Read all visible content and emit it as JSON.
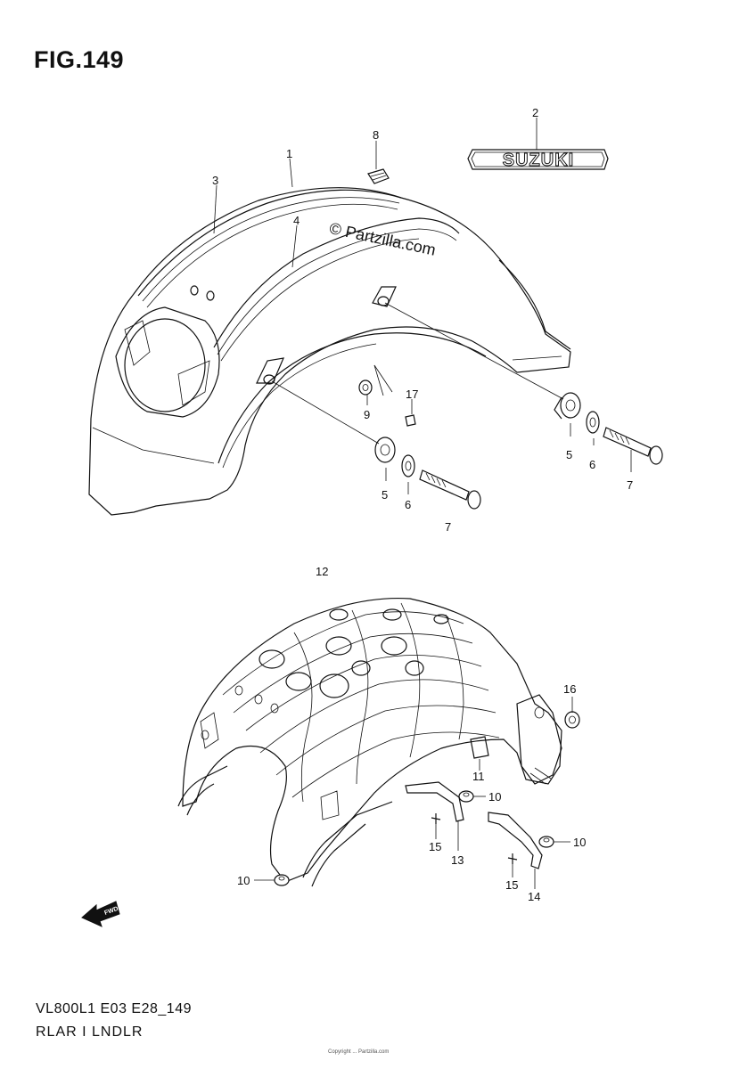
{
  "figure": {
    "title": "FIG.149",
    "footer_code": "VL800L1 E03 E28_149",
    "footer_name": "RLAR I LNDLR",
    "watermark": "© Partzilla.com",
    "copyright_small": "Copyright ... Partzilla.com"
  },
  "emblem": {
    "text": "SUZUKI"
  },
  "fwd_icon": {
    "label": "FWD"
  },
  "callouts": [
    {
      "id": "c1",
      "label": "1"
    },
    {
      "id": "c2",
      "label": "2"
    },
    {
      "id": "c3",
      "label": "3"
    },
    {
      "id": "c4",
      "label": "4"
    },
    {
      "id": "c8",
      "label": "8"
    },
    {
      "id": "c9",
      "label": "9"
    },
    {
      "id": "c17",
      "label": "17"
    },
    {
      "id": "c5a",
      "label": "5"
    },
    {
      "id": "c6a",
      "label": "6"
    },
    {
      "id": "c7a",
      "label": "7"
    },
    {
      "id": "c5b",
      "label": "5"
    },
    {
      "id": "c6b",
      "label": "6"
    },
    {
      "id": "c7b",
      "label": "7"
    },
    {
      "id": "c12",
      "label": "12"
    },
    {
      "id": "c16",
      "label": "16"
    },
    {
      "id": "c11",
      "label": "11"
    },
    {
      "id": "c10a",
      "label": "10"
    },
    {
      "id": "c10b",
      "label": "10"
    },
    {
      "id": "c10c",
      "label": "10"
    },
    {
      "id": "c15a",
      "label": "15"
    },
    {
      "id": "c13",
      "label": "13"
    },
    {
      "id": "c15b",
      "label": "15"
    },
    {
      "id": "c14",
      "label": "14"
    }
  ]
}
